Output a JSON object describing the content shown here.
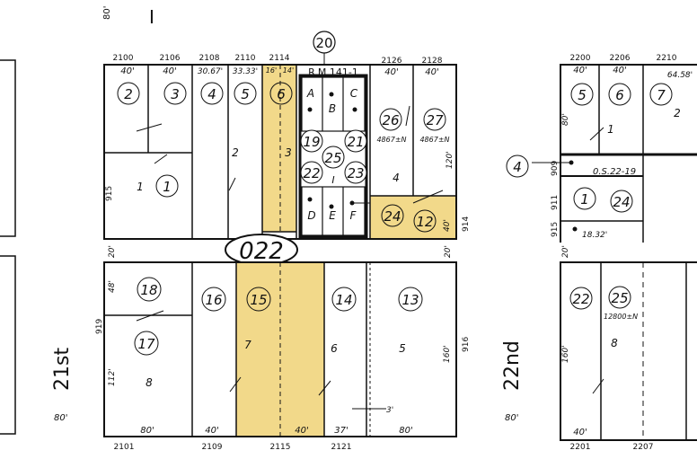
{
  "header": {
    "top_width": "80'",
    "top_mark": "I"
  },
  "block_north": {
    "addresses": [
      "2100",
      "2106",
      "2108",
      "2110",
      "2114",
      "2126",
      "2128"
    ],
    "widths": [
      "40'",
      "40'",
      "30.67'",
      "33.33'",
      "16'",
      "14'",
      "40'",
      "40'"
    ],
    "parcels": [
      "2",
      "3",
      "4",
      "5",
      "6",
      "26",
      "27",
      "19",
      "21",
      "22",
      "25",
      "23",
      "24",
      "12",
      "1"
    ],
    "lots": [
      "1",
      "2",
      "3",
      "4",
      "I"
    ],
    "units": [
      "A",
      "B",
      "C",
      "D",
      "E",
      "F"
    ],
    "callout": "20",
    "rm_label": "R.M.141-1",
    "areas": [
      "4867±N",
      "4867±N"
    ],
    "dims": [
      "120'",
      "40'",
      "20'",
      "20'"
    ],
    "side_numbers": [
      "915",
      "914"
    ]
  },
  "book_label": "022",
  "block_south": {
    "addresses": [
      "2101",
      "2109",
      "2115",
      "2121"
    ],
    "widths": [
      "80'",
      "40'",
      "40'",
      "37'",
      "80'"
    ],
    "parcels": [
      "18",
      "17",
      "16",
      "15",
      "14",
      "13"
    ],
    "lots": [
      "8",
      "7",
      "6",
      "5"
    ],
    "dims": [
      "48'",
      "112'",
      "160'",
      "3'"
    ],
    "side_numbers": [
      "919",
      "916"
    ]
  },
  "block_right": {
    "addresses": [
      "2200",
      "2206",
      "2210",
      "2201",
      "2207"
    ],
    "widths": [
      "40'",
      "40'",
      "64.58'",
      "40'"
    ],
    "parcels": [
      "5",
      "6",
      "7",
      "4",
      "1",
      "24",
      "22",
      "25"
    ],
    "lots": [
      "1",
      "2",
      "8"
    ],
    "labels": [
      "0.S.22-19",
      "18.32'",
      "12800±N"
    ],
    "dims": [
      "80'",
      "160'",
      "20'"
    ],
    "side_numbers": [
      "909",
      "911",
      "915"
    ]
  },
  "streets": {
    "left_name": "21st",
    "left_width": "80'",
    "right_name": "22nd",
    "right_width": "80'"
  },
  "colors": {
    "highlight": "#f2d98a",
    "highlight_stroke": "#c9a43a",
    "line": "#111111"
  }
}
